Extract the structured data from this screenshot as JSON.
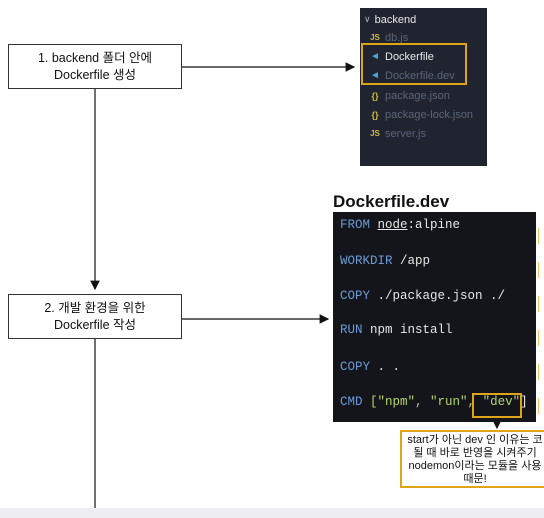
{
  "steps": [
    {
      "line1": "1. backend 폴더 안에",
      "line2": "Dockerfile 생성"
    },
    {
      "line1": "2. 개발 환경을 위한",
      "line2": "Dockerfile 작성"
    }
  ],
  "explorer": {
    "folder": "backend",
    "files": [
      {
        "name": "db.js",
        "icon": "JS",
        "type": "js"
      },
      {
        "name": "Dockerfile",
        "icon": "docker-whale-icon",
        "type": "docker"
      },
      {
        "name": "Dockerfile.dev",
        "icon": "docker-whale-icon",
        "type": "docker"
      },
      {
        "name": "package.json",
        "icon": "{}",
        "type": "json"
      },
      {
        "name": "package-lock.json",
        "icon": "{}",
        "type": "json"
      },
      {
        "name": "server.js",
        "icon": "JS",
        "type": "js"
      }
    ]
  },
  "code": {
    "title": "Dockerfile.dev",
    "lines": [
      {
        "kw": "FROM",
        "rest_u": "node",
        "rest": ":alpine"
      },
      {
        "kw": "WORKDIR",
        "rest": "/app"
      },
      {
        "kw": "COPY",
        "rest": "./package.json ./"
      },
      {
        "kw": "RUN",
        "rest": "npm install"
      },
      {
        "kw": "COPY",
        "rest": ". ."
      },
      {
        "kw": "CMD",
        "s1": "[\"npm\", \"run\", ",
        "s2": "\"dev\"",
        "s3": "]"
      }
    ]
  },
  "note": {
    "line1": "start가 아닌 dev 인 이유는 코",
    "line2": "될 때 바로 반영을 시켜주기",
    "line3": "nodemon이라는 모듈을 사용",
    "line4": "때문!"
  },
  "colors": {
    "highlight": "#e0a418",
    "keyword": "#6b9bd8",
    "string": "#b6d36b"
  }
}
